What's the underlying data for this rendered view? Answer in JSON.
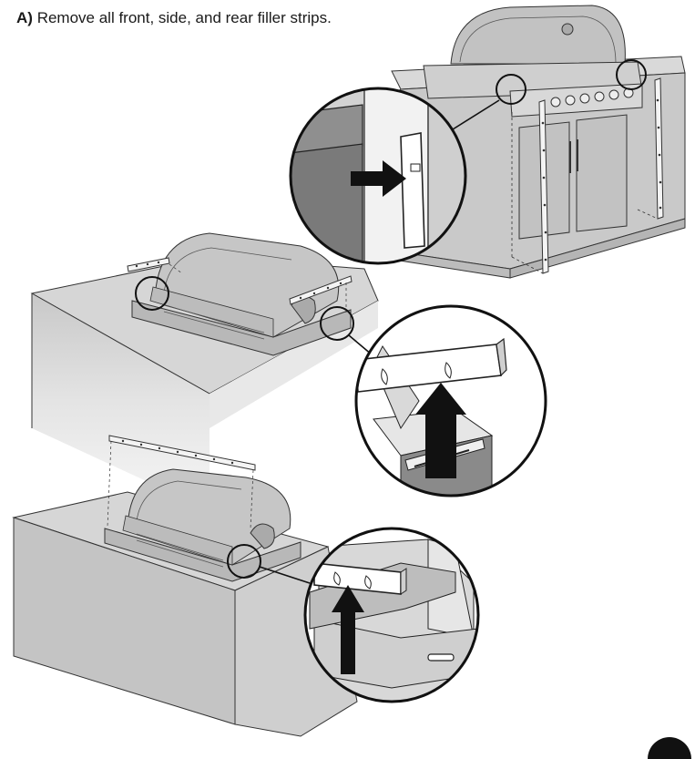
{
  "instruction": {
    "step_label": "A)",
    "text": "Remove all front, side, and rear filler strips."
  },
  "illustrations": [
    {
      "name": "grill-island-with-side-and-front-strips",
      "zoom": "detail of side filler strip removed, arrow pointing out"
    },
    {
      "name": "built-in-grill-with-side-strips",
      "zoom": "detail of side filler strip lifted, arrow pointing up"
    },
    {
      "name": "built-in-grill-with-rear-strip",
      "zoom": "detail of rear filler strip lifted, arrow pointing up"
    }
  ],
  "colors": {
    "counter_top": "#d6d6d6",
    "counter_side": "#c4c4c4",
    "grill_body": "#bdbdbd",
    "line": "#222222",
    "arrow": "#111111"
  }
}
